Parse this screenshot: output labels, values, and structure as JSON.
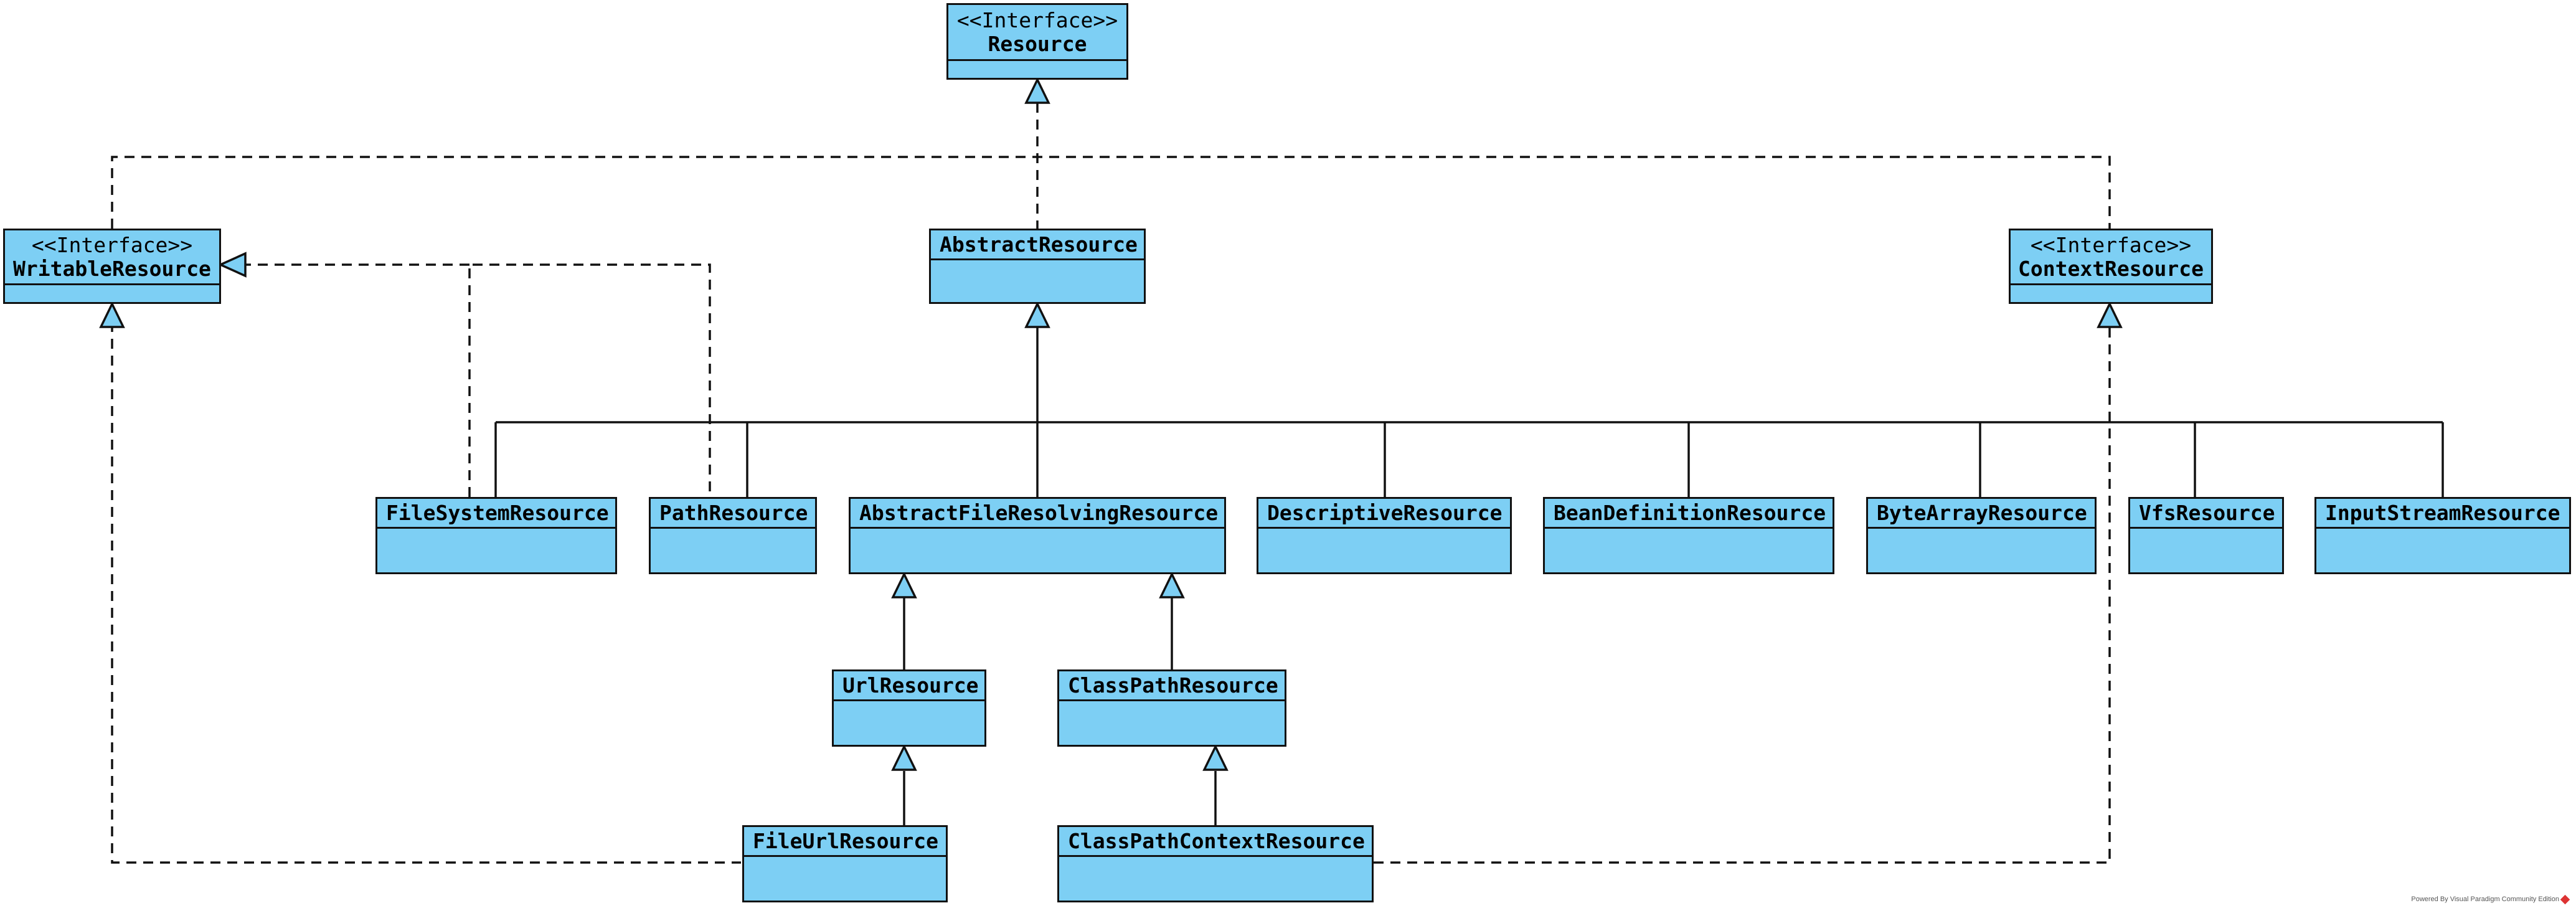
{
  "diagram": {
    "stereotype_label": "<<Interface>>",
    "classes": {
      "resource": "Resource",
      "writable_resource": "WritableResource",
      "abstract_resource": "AbstractResource",
      "context_resource": "ContextResource",
      "file_system_resource": "FileSystemResource",
      "path_resource": "PathResource",
      "abstract_file_resolving_resource": "AbstractFileResolvingResource",
      "descriptive_resource": "DescriptiveResource",
      "bean_definition_resource": "BeanDefinitionResource",
      "byte_array_resource": "ByteArrayResource",
      "vfs_resource": "VfsResource",
      "input_stream_resource": "InputStreamResource",
      "url_resource": "UrlResource",
      "class_path_resource": "ClassPathResource",
      "file_url_resource": "FileUrlResource",
      "class_path_context_resource": "ClassPathContextResource"
    },
    "fill_color": "#7dcff4",
    "line_color": "#111111"
  },
  "footer": {
    "text": "Powered By Visual Paradigm Community Edition"
  }
}
